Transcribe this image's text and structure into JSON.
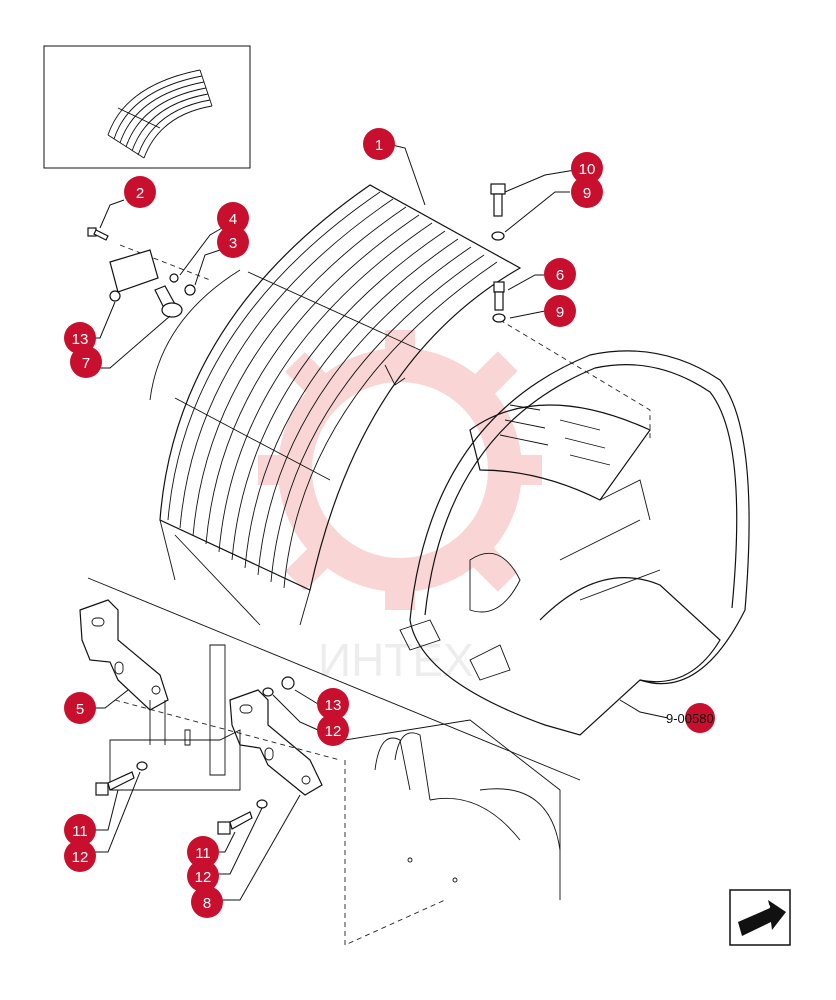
{
  "diagram": {
    "reference_code": "9-00580",
    "watermark_text": "ИНТЕХ",
    "brand_color": "#c8102e",
    "callouts": [
      {
        "label": "1"
      },
      {
        "label": "2"
      },
      {
        "label": "4"
      },
      {
        "label": "3"
      },
      {
        "label": "13"
      },
      {
        "label": "7"
      },
      {
        "label": "10"
      },
      {
        "label": "9"
      },
      {
        "label": "6"
      },
      {
        "label": "9"
      },
      {
        "label": "5"
      },
      {
        "label": "13"
      },
      {
        "label": "12"
      },
      {
        "label": "11"
      },
      {
        "label": "12"
      },
      {
        "label": "11"
      },
      {
        "label": "12"
      },
      {
        "label": "8"
      }
    ],
    "icons": {
      "thumbnail": "guard-thumbnail-icon",
      "nav": "next-page-arrow-icon"
    }
  }
}
